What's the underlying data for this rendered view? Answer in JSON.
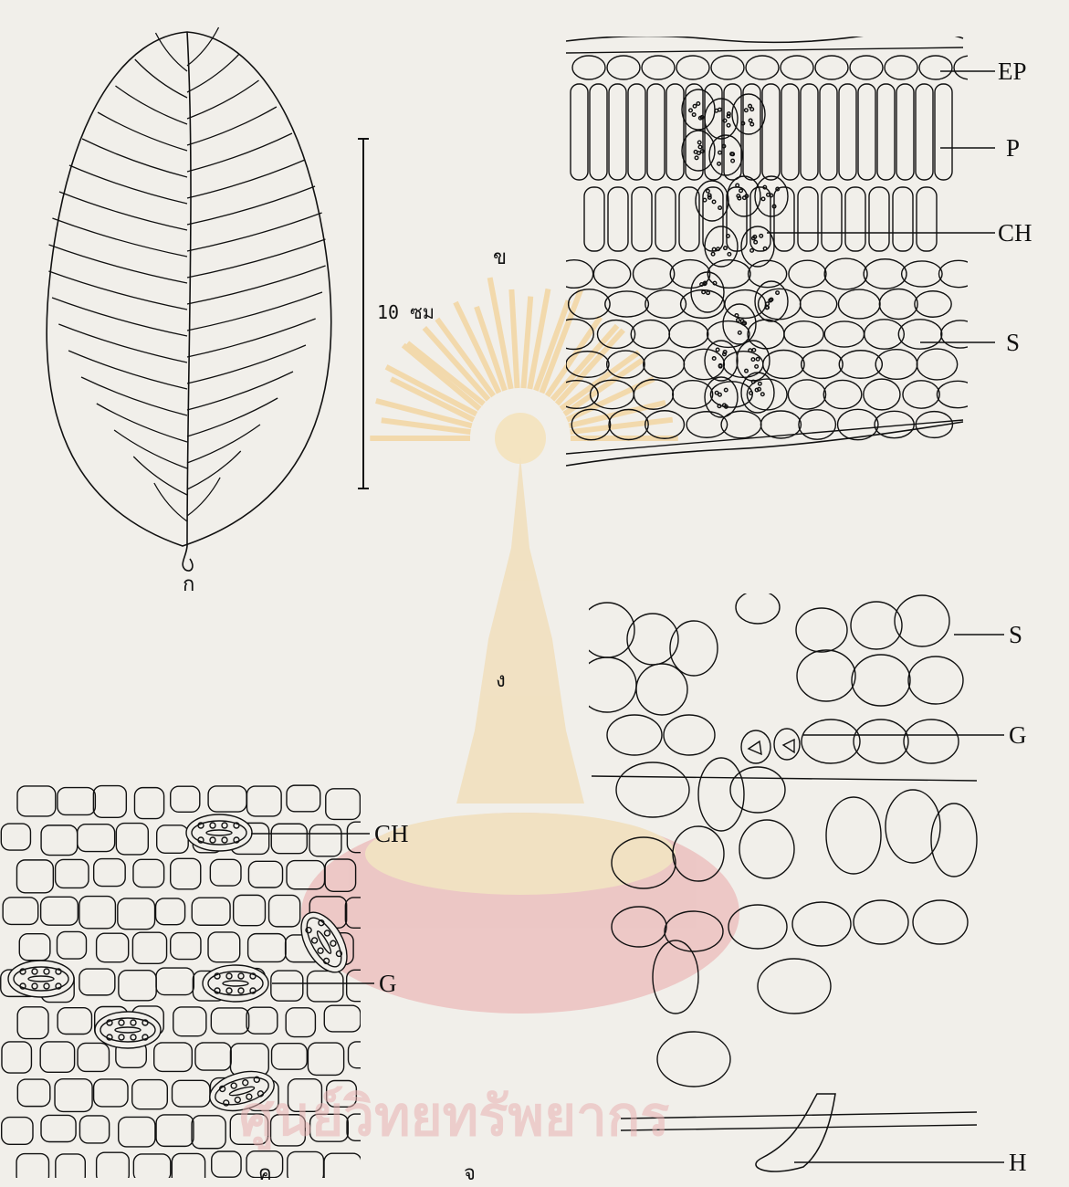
{
  "colors": {
    "paper": "#f1efea",
    "ink": "#1a1a1a",
    "watermark_ray": "#f4c87a",
    "watermark_base": "#e9a7a7",
    "watermark_text": "#e8b3b3"
  },
  "panels": {
    "a": {
      "label": "ก"
    },
    "b": {
      "label": "ข"
    },
    "c": {
      "label": "ค"
    },
    "d": {
      "label": "ง"
    },
    "e": {
      "label": "จ"
    }
  },
  "scale_bar": {
    "label": "10 ซม"
  },
  "callouts": {
    "b_ep": "EP",
    "b_p": "P",
    "b_ch": "CH",
    "b_s": "S",
    "d_s": "S",
    "d_g": "G",
    "c_ch": "CH",
    "c_g": "G",
    "e_h": "H"
  },
  "watermark": {
    "text": "ศูนย์วิทยทรัพยากร",
    "icons": [
      "chulalongkorn-emblem-icon"
    ]
  }
}
